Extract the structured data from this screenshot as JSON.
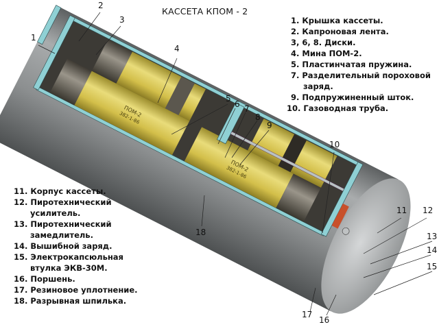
{
  "title": "КАССЕТА  КПОМ - 2",
  "legend_right": [
    {
      "text": "1. Крышка кассеты."
    },
    {
      "text": "2. Капроновая лента."
    },
    {
      "text": "3, 6, 8. Диски."
    },
    {
      "text": "4. Мина ПОМ-2."
    },
    {
      "text": "5. Пластинчатая пружина."
    },
    {
      "text": "7. Разделительный пороховой"
    },
    {
      "text": "заряд."
    },
    {
      "text": "9. Подпружиненный шток."
    },
    {
      "text": "10. Газоводная труба."
    }
  ],
  "legend_left": [
    {
      "text": "11. Корпус кассеты."
    },
    {
      "text": "12. Пиротехнический"
    },
    {
      "text": "усилитель."
    },
    {
      "text": "13. Пиротехнический"
    },
    {
      "text": "замедлитель."
    },
    {
      "text": "14. Вышибной заряд."
    },
    {
      "text": "15. Электрокапсюльная"
    },
    {
      "text": "втулка ЭКВ-30М."
    },
    {
      "text": "16. Поршень."
    },
    {
      "text": "17. Резиновое уплотнение."
    },
    {
      "text": "18. Разрывная шпилька."
    }
  ],
  "callouts": [
    "1",
    "2",
    "3",
    "4",
    "5",
    "6",
    "7",
    "8",
    "9",
    "10",
    "11",
    "12",
    "13",
    "14",
    "15",
    "16",
    "17",
    "18"
  ],
  "mine_markings": {
    "name": "ПОМ-2",
    "code": "382-1-86"
  },
  "colors": {
    "casing": "#8c8f90",
    "mine_body": "#d9c653",
    "mine_cap": "#6e6a60",
    "frame": "#8fd0d4",
    "charge": "#c8502a"
  }
}
